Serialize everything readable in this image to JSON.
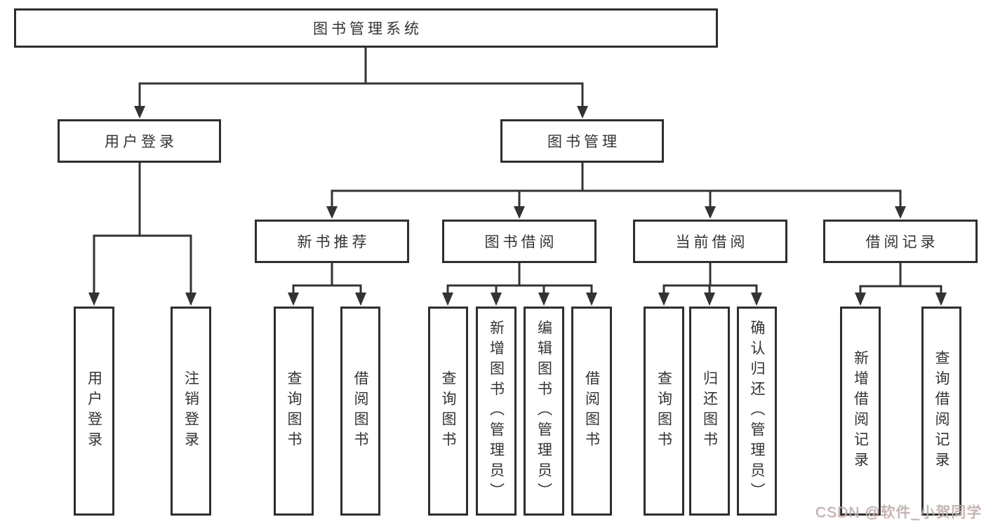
{
  "diagram_title": "图书管理系统",
  "tree": {
    "root": {
      "label": "图书管理系统"
    },
    "branches": [
      {
        "label": "用户登录",
        "children": [
          {
            "label": "用户登录"
          },
          {
            "label": "注销登录"
          }
        ]
      },
      {
        "label": "图书管理",
        "children": [
          {
            "label": "新书推荐",
            "children": [
              {
                "label": "查询图书"
              },
              {
                "label": "借阅图书"
              }
            ]
          },
          {
            "label": "图书借阅",
            "children": [
              {
                "label": "查询图书"
              },
              {
                "label": "新增图书（管理员）"
              },
              {
                "label": "编辑图书（管理员）"
              },
              {
                "label": "借阅图书"
              }
            ]
          },
          {
            "label": "当前借阅",
            "children": [
              {
                "label": "查询图书"
              },
              {
                "label": "归还图书"
              },
              {
                "label": "确认归还（管理员）"
              }
            ]
          },
          {
            "label": "借阅记录",
            "children": [
              {
                "label": "新增借阅记录"
              },
              {
                "label": "查询借阅记录"
              }
            ]
          }
        ]
      }
    ]
  },
  "watermark": {
    "text": "CSDN @软件_小贺同学"
  },
  "colors": {
    "line": "#333333",
    "box_border": "#2e2e2e",
    "box_fill": "#ffffff",
    "text": "#333333",
    "background": "#ffffff",
    "watermark": "#b5b5b5"
  }
}
